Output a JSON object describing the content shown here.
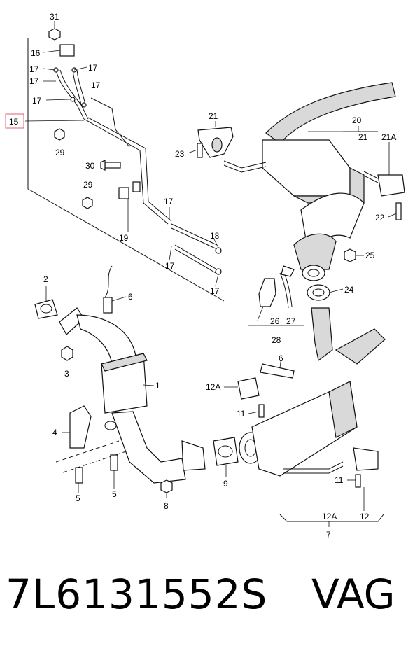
{
  "diagram": {
    "callouts": {
      "c31": "31",
      "c16": "16",
      "c17a": "17",
      "c17b": "17",
      "c17c": "17",
      "c17d": "17",
      "c15": "15",
      "c29a": "29",
      "c30": "30",
      "c29b": "29",
      "c19": "19",
      "c17e": "17",
      "c18": "18",
      "c17f": "17",
      "c17g": "17",
      "c21": "21",
      "c23": "23",
      "c20": "20",
      "c21b": "21",
      "c21a": "21A",
      "c22": "22",
      "c25": "25",
      "c24": "24",
      "c26": "26",
      "c27": "27",
      "c28": "28",
      "c2": "2",
      "c6a": "6",
      "c3": "3",
      "c1": "1",
      "c6b": "6",
      "c12a": "12A",
      "c11a": "11",
      "c4": "4",
      "c5a": "5",
      "c5b": "5",
      "c8": "8",
      "c9": "9",
      "c11b": "11",
      "c12a2": "12A",
      "c12": "12",
      "c7": "7"
    }
  },
  "footer": {
    "part_number": "7L6131552S",
    "brand": "VAG"
  }
}
